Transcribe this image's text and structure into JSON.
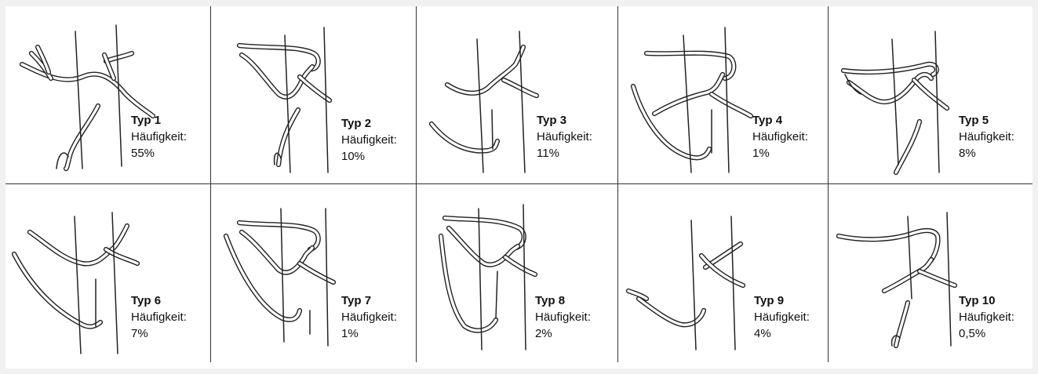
{
  "figure": {
    "cells": [
      {
        "type": "Typ 1",
        "label": "Häufigkeit:",
        "value": "55%"
      },
      {
        "type": "Typ 2",
        "label": "Häufigkeit:",
        "value": "10%"
      },
      {
        "type": "Typ 3",
        "label": "Häufigkeit:",
        "value": "11%"
      },
      {
        "type": "Typ 4",
        "label": "Häufigkeit:",
        "value": "1%"
      },
      {
        "type": "Typ 5",
        "label": "Häufigkeit:",
        "value": "8%"
      },
      {
        "type": "Typ 6",
        "label": "Häufigkeit:",
        "value": "7%"
      },
      {
        "type": "Typ 7",
        "label": "Häufigkeit:",
        "value": "1%"
      },
      {
        "type": "Typ 8",
        "label": "Häufigkeit:",
        "value": "2%"
      },
      {
        "type": "Typ 9",
        "label": "Häufigkeit:",
        "value": "4%"
      },
      {
        "type": "Typ 10",
        "label": "Häufigkeit:",
        "value": "0,5%"
      }
    ]
  }
}
